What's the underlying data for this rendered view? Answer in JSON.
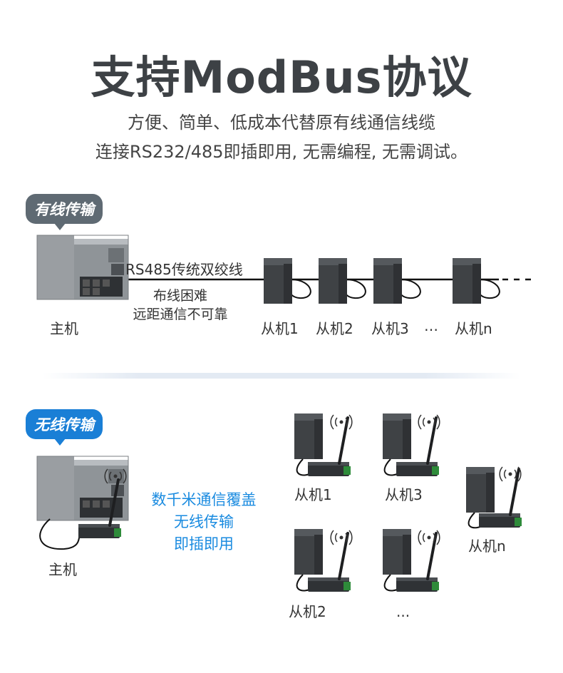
{
  "header": {
    "title": "支持ModBus协议",
    "subtitle_line1": "方便、简单、低成本代替原有线通信线缆",
    "subtitle_line2": "连接RS232/485即插即用, 无需编程, 无需调试。"
  },
  "wired": {
    "badge": "有线传输",
    "cable_label": "RS485传统双绞线",
    "note_line1": "布线困难",
    "note_line2": "远距通信不可靠",
    "host_label": "主机",
    "slaves": [
      "从机1",
      "从机2",
      "从机3",
      "…",
      "从机n"
    ],
    "trailing": "- - -"
  },
  "wireless": {
    "badge": "无线传输",
    "note_line1": "数千米通信覆盖",
    "note_line2": "无线传输",
    "note_line3": "即插即用",
    "host_label": "主机",
    "slaves": [
      "从机1",
      "从机3",
      "从机n",
      "从机2",
      "..."
    ]
  },
  "colors": {
    "accent_blue": "#1a8be0",
    "badge_wired": "#5f6a73",
    "badge_wireless": "#1a7fd6",
    "device_dark": "#3f4245",
    "cable": "#111111"
  }
}
